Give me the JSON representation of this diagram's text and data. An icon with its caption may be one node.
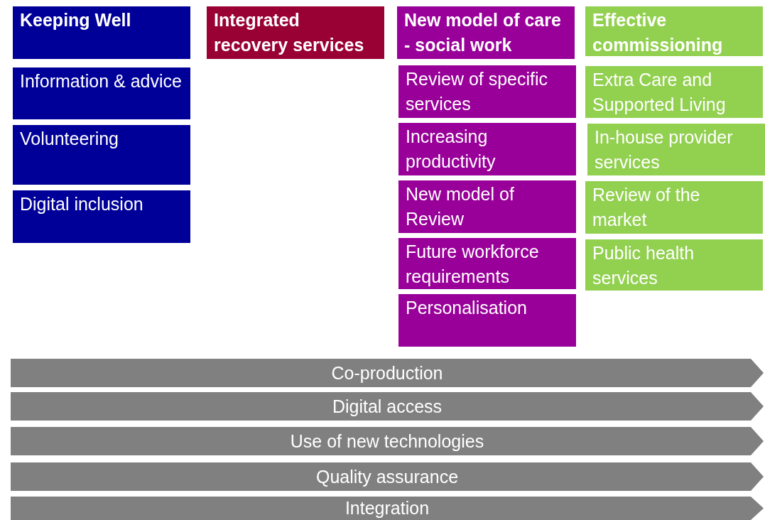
{
  "diagram": {
    "nodes": [
      {
        "text": [
          "Keeping Well"
        ]
      },
      {
        "text": [
          "Information & advice"
        ]
      },
      {
        "text": [
          "Volunteering"
        ]
      },
      {
        "text": [
          "Digital inclusion"
        ]
      },
      {
        "text": [
          "Integrated recovery services"
        ]
      },
      {
        "text": [
          "New model of care - social work"
        ]
      },
      {
        "text": [
          "Review of specific services"
        ]
      },
      {
        "text": [
          "Increasing productivity"
        ]
      },
      {
        "text": [
          "New model of Review"
        ]
      },
      {
        "text": [
          "Future workforce requirements"
        ]
      },
      {
        "text": [
          "Personalisation"
        ]
      },
      {
        "text": [
          "Effective commissioning"
        ]
      },
      {
        "text": [
          "Extra Care and Supported Living"
        ]
      },
      {
        "text": [
          "In-house provider services"
        ]
      },
      {
        "text": [
          "Review of the market"
        ]
      },
      {
        "text": [
          "Public health services"
        ]
      },
      {
        "text": [
          "Co-production"
        ]
      },
      {
        "text": [
          "Digital access"
        ]
      },
      {
        "text": [
          "Use of new technologies"
        ]
      },
      {
        "text": [
          "Quality assurance"
        ]
      },
      {
        "text": [
          "Integration"
        ]
      }
    ]
  }
}
